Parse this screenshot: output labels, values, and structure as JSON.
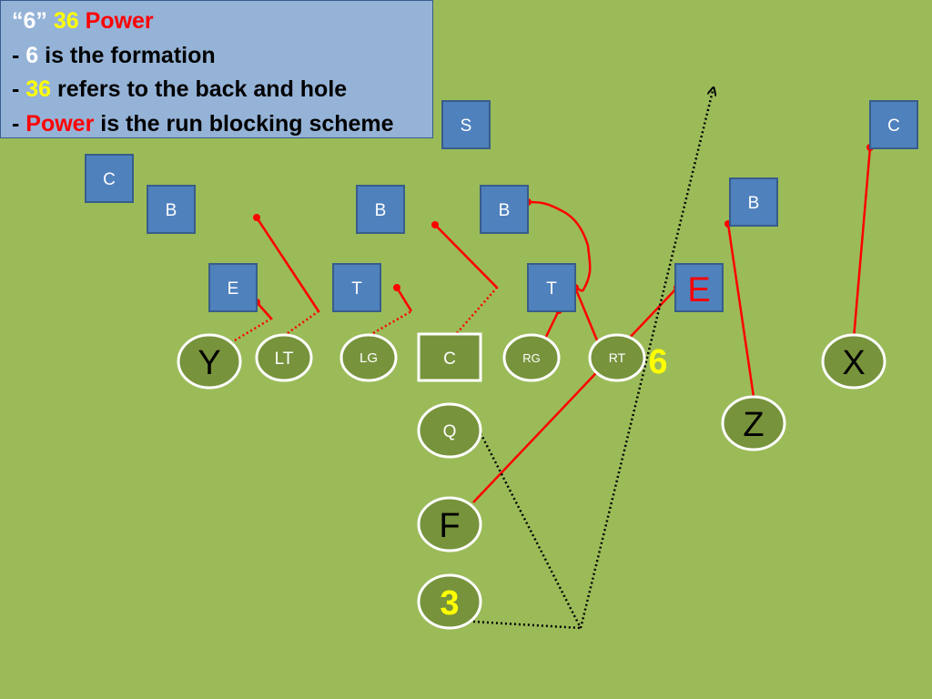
{
  "caption": {
    "title": {
      "quote_open": "“",
      "formation": "6",
      "quote_close": "”",
      "back_hole": "36",
      "scheme": "Power"
    },
    "lines": [
      {
        "prefix": "- ",
        "key": "6",
        "rest": " is the formation"
      },
      {
        "prefix": "- ",
        "key": "36",
        "rest": " refers to the back and hole"
      },
      {
        "prefix": "- ",
        "key": "Power",
        "rest": " is the run blocking scheme"
      }
    ]
  },
  "colors": {
    "field": "#9bbb59",
    "defender_fill": "#4f81bd",
    "offense_fill": "#77933c",
    "block_line": "#ff0000",
    "route_line": "#000000",
    "highlight_yellow": "#ffff00",
    "highlight_red": "#ff0000"
  },
  "defense": [
    {
      "id": "S",
      "label": "S"
    },
    {
      "id": "C-left",
      "label": "C"
    },
    {
      "id": "C-right",
      "label": "C"
    },
    {
      "id": "B-1",
      "label": "B"
    },
    {
      "id": "B-2",
      "label": "B"
    },
    {
      "id": "B-3",
      "label": "B"
    },
    {
      "id": "B-4",
      "label": "B"
    },
    {
      "id": "E-left",
      "label": "E"
    },
    {
      "id": "T-left",
      "label": "T"
    },
    {
      "id": "T-right",
      "label": "T"
    },
    {
      "id": "E-right",
      "label": "E"
    }
  ],
  "offense": [
    {
      "id": "Y",
      "label": "Y"
    },
    {
      "id": "LT",
      "label": "LT"
    },
    {
      "id": "LG",
      "label": "LG"
    },
    {
      "id": "C",
      "label": "C"
    },
    {
      "id": "RG",
      "label": "RG"
    },
    {
      "id": "RT",
      "label": "RT"
    },
    {
      "id": "X",
      "label": "X"
    },
    {
      "id": "Z",
      "label": "Z"
    },
    {
      "id": "Q",
      "label": "Q"
    },
    {
      "id": "F",
      "label": "F"
    },
    {
      "id": "3",
      "label": "3"
    }
  ],
  "annotations": {
    "hole": "6"
  }
}
